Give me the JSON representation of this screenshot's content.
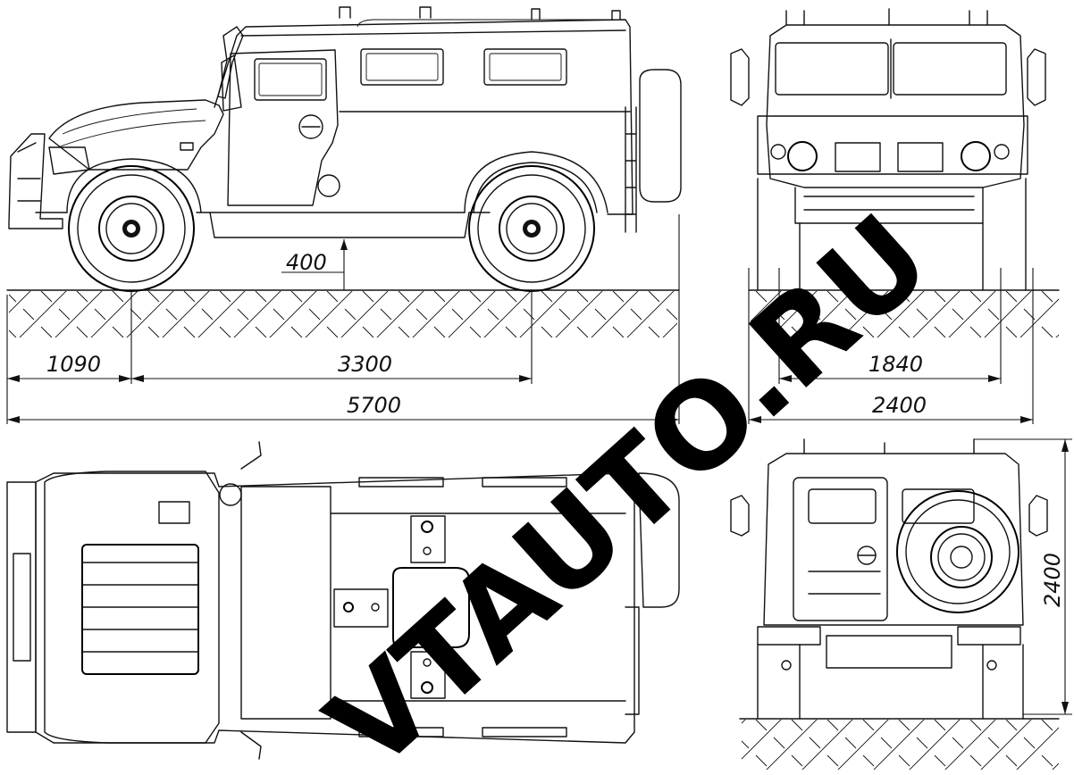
{
  "dimensions": {
    "ground_clearance": "400",
    "front_overhang": "1090",
    "wheelbase": "3300",
    "overall_length": "5700",
    "track_width": "1840",
    "overall_width": "2400",
    "overall_height": "2400"
  },
  "watermark": "VTAUTO.RU",
  "colors": {
    "line": "#111111",
    "watermark": "#000000",
    "background": "#ffffff"
  }
}
